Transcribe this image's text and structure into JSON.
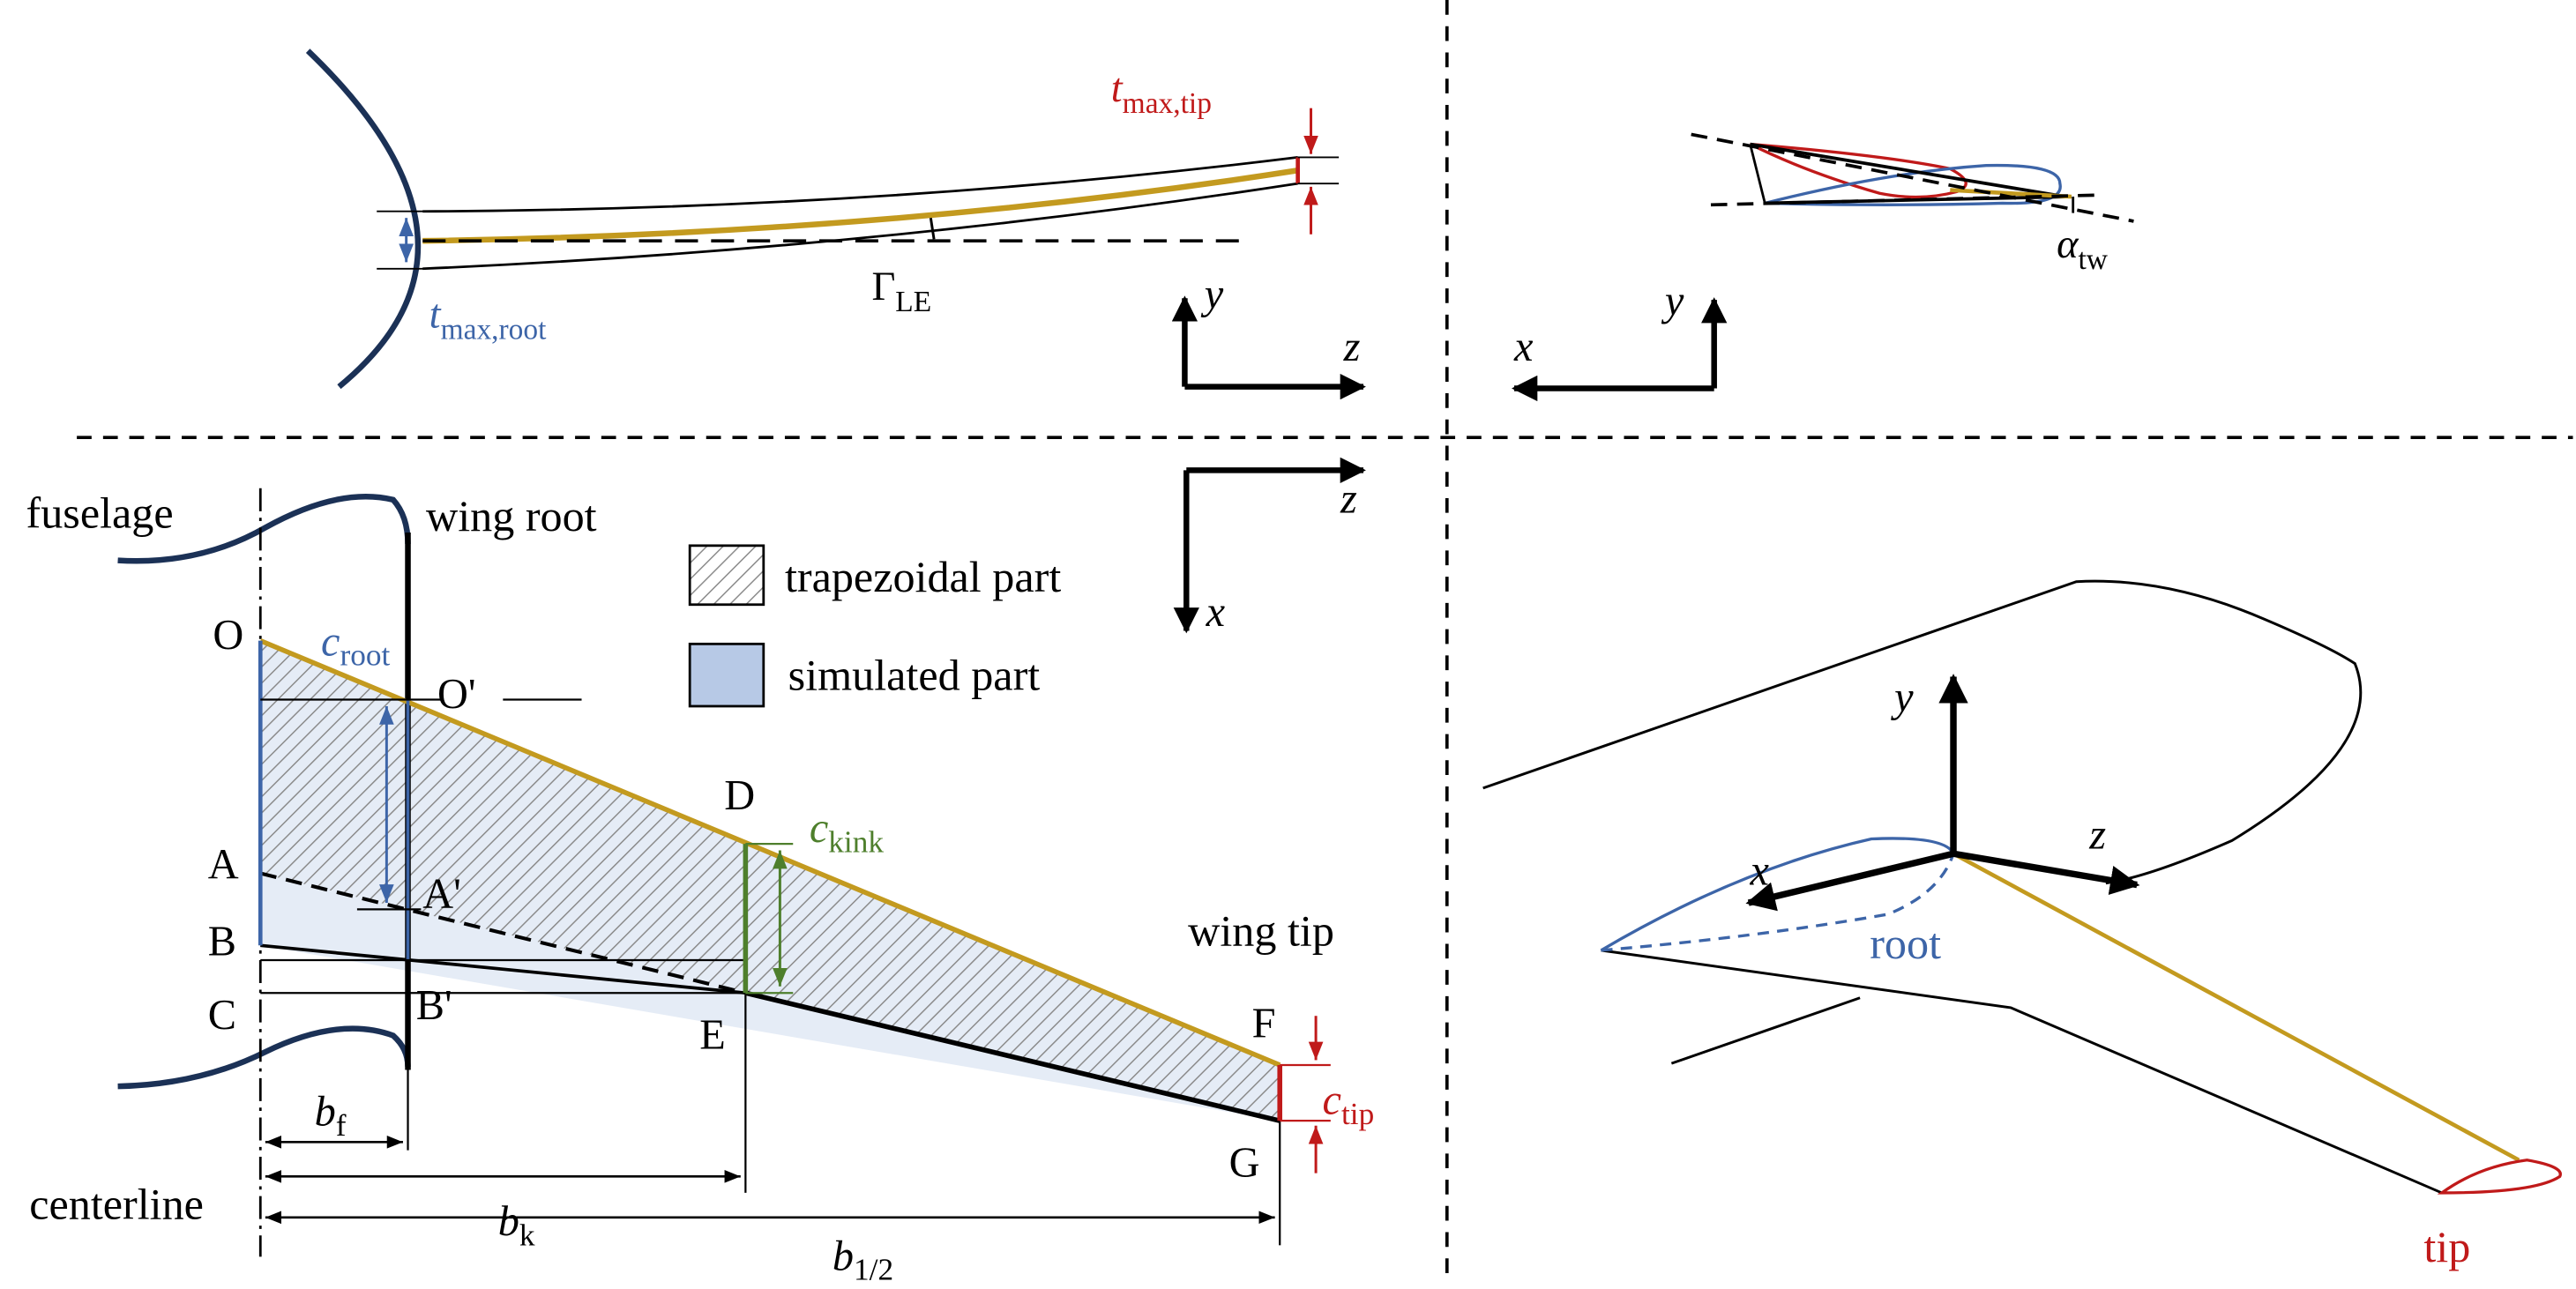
{
  "colors": {
    "ink": "#000000",
    "navy": "#1b3156",
    "blue": "#3d65a8",
    "gold": "#c39a1f",
    "red": "#c01a1a",
    "green": "#4e7f2c",
    "fill_blue": "#c6d5ec",
    "hatch": "#8a8a8a"
  },
  "front_view": {
    "t_tip": {
      "base": "t",
      "sub": "max,tip"
    },
    "t_root": {
      "base": "t",
      "sub": "max,root"
    },
    "dihedral": {
      "base": "Γ",
      "sub": "LE"
    },
    "axes": {
      "y": "y",
      "z": "z"
    }
  },
  "side_view": {
    "twist": {
      "base": "α",
      "sub": "tw"
    },
    "axes": {
      "x": "x",
      "y": "y"
    }
  },
  "planform": {
    "labels": {
      "fuselage": "fuselage",
      "wing_root": "wing root",
      "wing_tip": "wing tip",
      "centerline": "centerline"
    },
    "points": {
      "O": "O",
      "O_prime": "O'",
      "A": "A",
      "A_prime": "A'",
      "B": "B",
      "B_prime": "B'",
      "C": "C",
      "D": "D",
      "E": "E",
      "F": "F",
      "G": "G"
    },
    "c_root": {
      "base": "c",
      "sub": "root"
    },
    "c_kink": {
      "base": "c",
      "sub": "kink"
    },
    "c_tip": {
      "base": "c",
      "sub": "tip"
    },
    "b_f": {
      "base": "b",
      "sub": "f"
    },
    "b_k": {
      "base": "b",
      "sub": "k"
    },
    "b_half": {
      "base": "b",
      "sub": "1/2"
    },
    "axes": {
      "z": "z",
      "x": "x"
    },
    "legend": [
      {
        "label": "trapezoidal part"
      },
      {
        "label": "simulated part"
      }
    ]
  },
  "iso_view": {
    "axes": {
      "x": "x",
      "y": "y",
      "z": "z"
    },
    "root": "root",
    "tip": "tip"
  }
}
